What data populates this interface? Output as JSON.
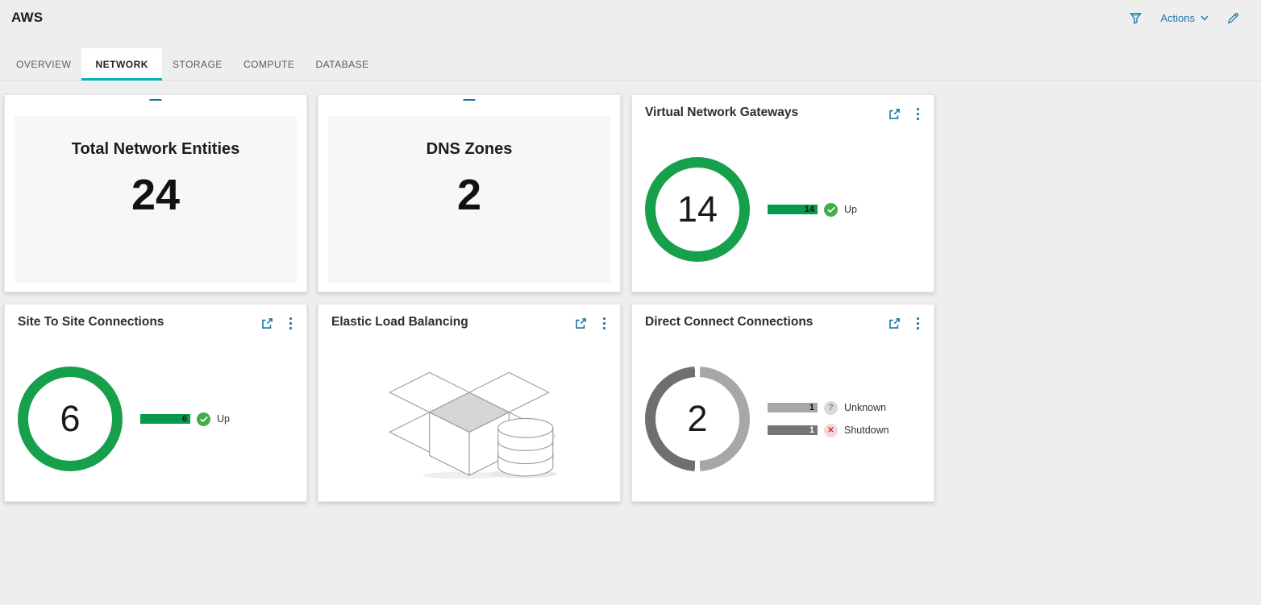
{
  "header": {
    "title": "AWS",
    "actions_label": "Actions"
  },
  "tabs": [
    {
      "label": "OVERVIEW",
      "active": false
    },
    {
      "label": "NETWORK",
      "active": true
    },
    {
      "label": "STORAGE",
      "active": false
    },
    {
      "label": "COMPUTE",
      "active": false
    },
    {
      "label": "DATABASE",
      "active": false
    }
  ],
  "cards": {
    "total_network_entities": {
      "title": "Total Network Entities",
      "value": "24"
    },
    "dns_zones": {
      "title": "DNS Zones",
      "value": "2"
    },
    "virtual_network_gateways": {
      "title": "Virtual Network Gateways",
      "chart_data": {
        "type": "donut",
        "total": "14",
        "segments": [
          {
            "label": "Up",
            "value": 14,
            "color": "#16a04b",
            "icon": "check-circle"
          }
        ]
      }
    },
    "site_to_site_connections": {
      "title": "Site To Site Connections",
      "chart_data": {
        "type": "donut",
        "total": "6",
        "segments": [
          {
            "label": "Up",
            "value": 6,
            "color": "#16a04b",
            "icon": "check-circle"
          }
        ]
      }
    },
    "elastic_load_balancing": {
      "title": "Elastic Load Balancing",
      "empty_state": {
        "illustration": "open-box-with-database"
      }
    },
    "direct_connect_connections": {
      "title": "Direct Connect Connections",
      "chart_data": {
        "type": "donut",
        "total": "2",
        "segments": [
          {
            "label": "Unknown",
            "value": 1,
            "color": "#a7a7a7",
            "icon": "question-circle",
            "icon_glyph": "?"
          },
          {
            "label": "Shutdown",
            "value": 1,
            "color": "#6f6f6f",
            "icon": "x-circle",
            "icon_glyph": "✕"
          }
        ]
      }
    }
  },
  "colors": {
    "accent_teal": "#00b2ba",
    "link_blue": "#1878a8",
    "green_ring": "#16a04b",
    "green_bar": "#089a4c",
    "green_status_icon": "#3fae49",
    "gray_light": "#a7a7a7",
    "gray_dark": "#6f6f6f",
    "shutdown_red": "#c9302c",
    "page_background": "#efeeee"
  }
}
